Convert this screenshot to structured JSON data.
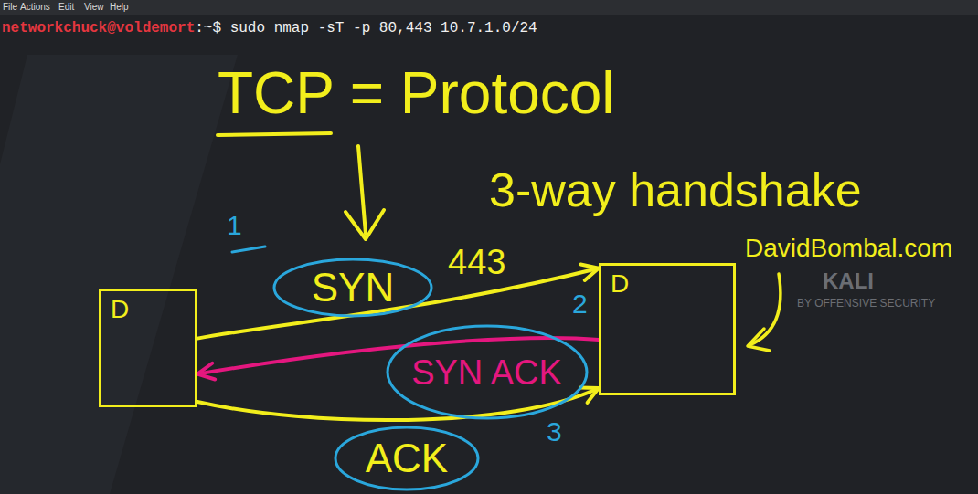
{
  "diagram": {
    "nodes": [
      {
        "text": [
          "SYN"
        ]
      },
      {
        "text": [
          "D"
        ]
      },
      {
        "text": [
          "D"
        ]
      },
      {
        "text": [
          "SYN ACK"
        ]
      },
      {
        "text": [
          "ACK"
        ]
      }
    ],
    "edges": [
      {
        "from": 1,
        "to": 2,
        "arrow": "to"
      },
      {
        "from": 2,
        "to": 1,
        "arrow": "to"
      },
      {
        "from": 1,
        "to": 2,
        "arrow": "to"
      }
    ],
    "labels": [
      "File",
      "Actions",
      "Edit",
      "View",
      "Help",
      "networkchuck@voldemort",
      ":~$ sudo nmap -sT -p 80,443 10.7.1.0/24",
      "TCP = Protocol",
      "3-way handshake",
      "1",
      "443",
      "DavidBombal.com",
      "KALI",
      "BY OFFENSIVE SECURITY",
      "2",
      "3"
    ]
  }
}
